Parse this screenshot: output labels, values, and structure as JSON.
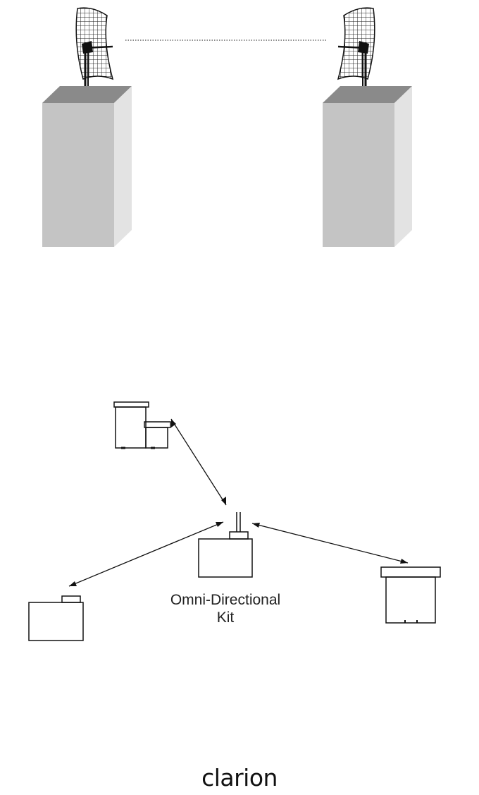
{
  "diagram": {
    "kit_label_line1": "Omni-Directional",
    "kit_label_line2": "Kit",
    "logo_text": "clarion"
  },
  "colors": {
    "line": "#111111",
    "building_front": "#c4c4c4",
    "building_top": "#8a8a8a",
    "building_side": "#e3e3e3",
    "link_dots": "#666666"
  },
  "icons": [
    "grid-antenna-icon",
    "omni-antenna-icon",
    "device-icon"
  ]
}
